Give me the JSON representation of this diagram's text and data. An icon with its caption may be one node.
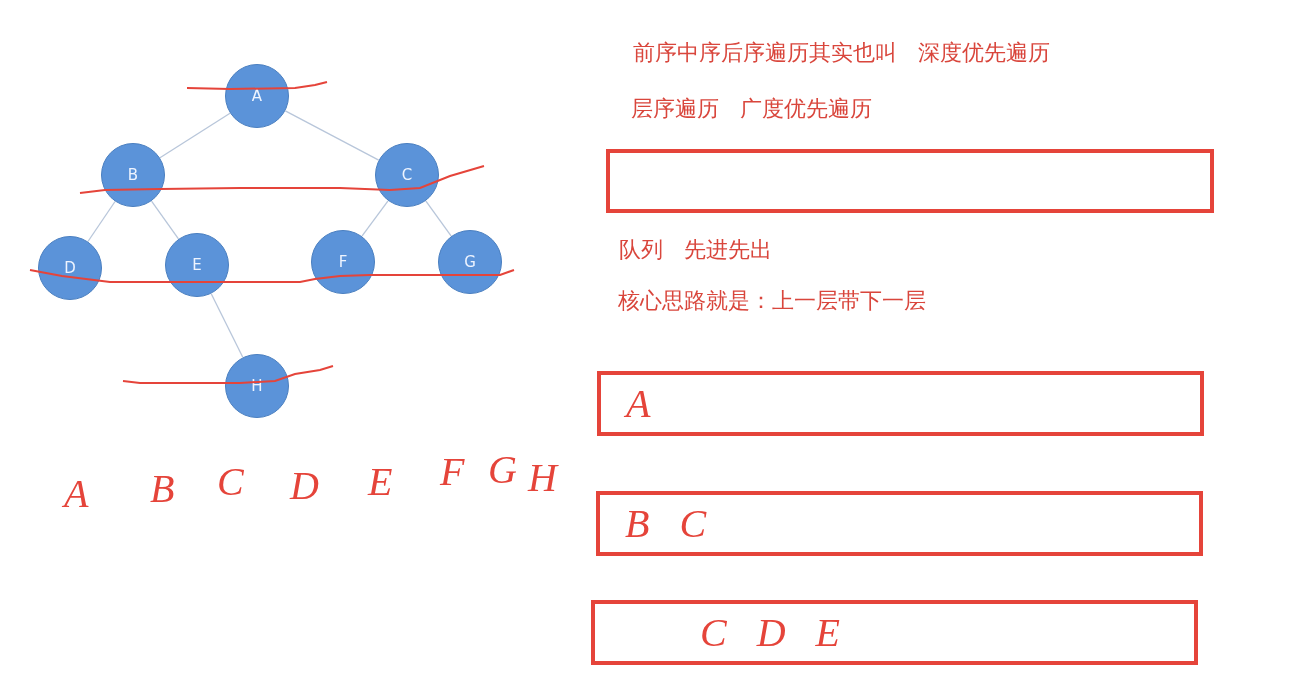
{
  "diagram": {
    "nodes": [
      {
        "text": [
          "A"
        ]
      },
      {
        "text": [
          "B"
        ]
      },
      {
        "text": [
          "C"
        ]
      },
      {
        "text": [
          "D"
        ]
      },
      {
        "text": [
          "E"
        ]
      },
      {
        "text": [
          "F"
        ]
      },
      {
        "text": [
          "G"
        ]
      },
      {
        "text": [
          "H"
        ]
      },
      {
        "text": [],
        "shape": "box"
      },
      {
        "text": [
          "A"
        ]
      },
      {
        "text": [
          "B C"
        ]
      },
      {
        "text": [
          "C D E"
        ]
      }
    ],
    "edges": [
      {
        "from": 0,
        "to": 1,
        "arrow": "none"
      },
      {
        "from": 0,
        "to": 2,
        "arrow": "none"
      },
      {
        "from": 1,
        "to": 3,
        "arrow": "none"
      },
      {
        "from": 1,
        "to": 4,
        "arrow": "none"
      },
      {
        "from": 2,
        "to": 5,
        "arrow": "none"
      },
      {
        "from": 2,
        "to": 6,
        "arrow": "none"
      },
      {
        "from": 4,
        "to": 7,
        "arrow": "none"
      }
    ],
    "labels": [
      "前序中序后序遍历其实也叫 深度优先遍历",
      "层序遍历 广度优先遍历",
      "队列 先进先出",
      "核心思路就是：上一层带下一层",
      "A",
      "B",
      "C",
      "D",
      "E",
      "F",
      "G",
      "H"
    ]
  }
}
